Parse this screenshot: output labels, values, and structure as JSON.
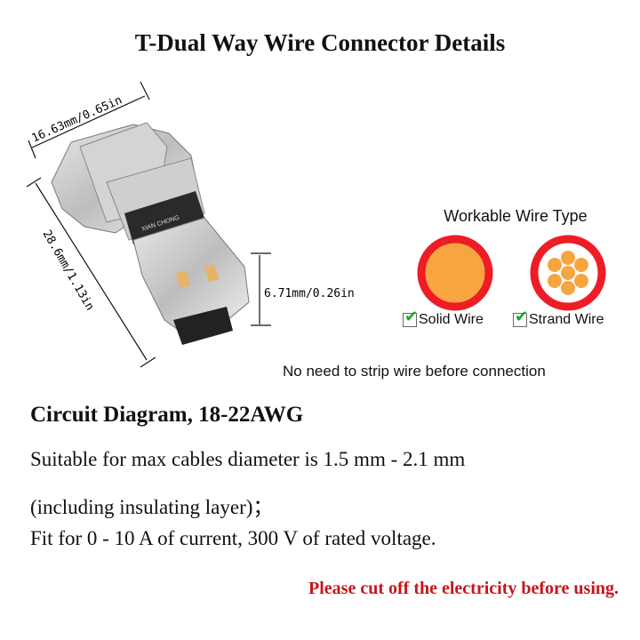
{
  "title": "T-Dual Way Wire Connector Details",
  "dimensions": {
    "width": "16.63mm/0.65in",
    "length": "28.6mm/1.13in",
    "height": "6.71mm/0.26in"
  },
  "product_marking": "XIAN CHONG",
  "wire_types": {
    "heading": "Workable Wire Type",
    "items": [
      {
        "label": "Solid Wire",
        "icon": "checkbox-checked-icon",
        "checked": true
      },
      {
        "label": "Strand Wire",
        "icon": "checkbox-checked-icon",
        "checked": true
      }
    ],
    "colors": {
      "insulation": "#ee1c25",
      "copper": "#f7a541",
      "check": "#1aa82a"
    }
  },
  "note": "No need to strip wire before connection",
  "circuit_heading": "Circuit Diagram, 18-22AWG",
  "specs": [
    "Suitable for max cables diameter is 1.5 mm - 2.1 mm",
    "(including insulating layer)；",
    "Fit for 0 - 10 A of current, 300 V of rated voltage."
  ],
  "warning": "Please cut off the electricity before using.",
  "warning_color": "#c4161c"
}
